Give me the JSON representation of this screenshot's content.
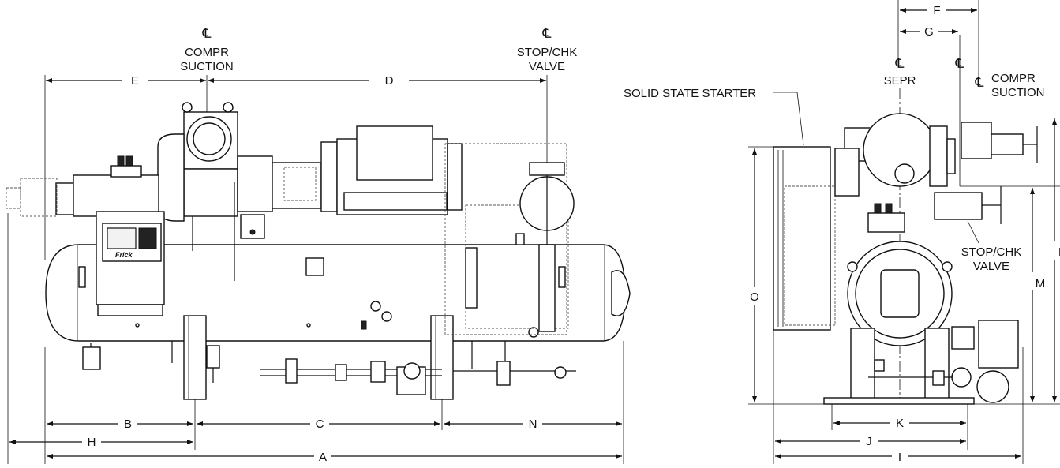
{
  "colors": {
    "line": "#111111",
    "background": "#ffffff",
    "panel": "#f2f2f2"
  },
  "side_view": {
    "centerlines": [
      {
        "symbol": "℄",
        "lines": [
          "COMPR",
          "SUCTION"
        ]
      },
      {
        "symbol": "℄",
        "lines": [
          "STOP/CHK",
          "VALVE"
        ]
      }
    ],
    "dims": {
      "A": "A",
      "B": "B",
      "C": "C",
      "D": "D",
      "E": "E",
      "H": "H",
      "N": "N"
    },
    "brand": "Frick"
  },
  "end_view": {
    "centerlines": [
      {
        "symbol": "℄",
        "lines": [
          "SEPR"
        ]
      },
      {
        "symbol": "℄",
        "lines": []
      },
      {
        "symbol": "℄",
        "lines": [
          "COMPR",
          "SUCTION"
        ]
      }
    ],
    "labels": {
      "starter": "SOLID STATE STARTER",
      "valve_line1": "STOP/CHK",
      "valve_line2": "VALVE"
    },
    "dims": {
      "F": "F",
      "G": "G",
      "I": "I",
      "J": "J",
      "K": "K",
      "L": "L",
      "M": "M",
      "O": "O"
    }
  }
}
